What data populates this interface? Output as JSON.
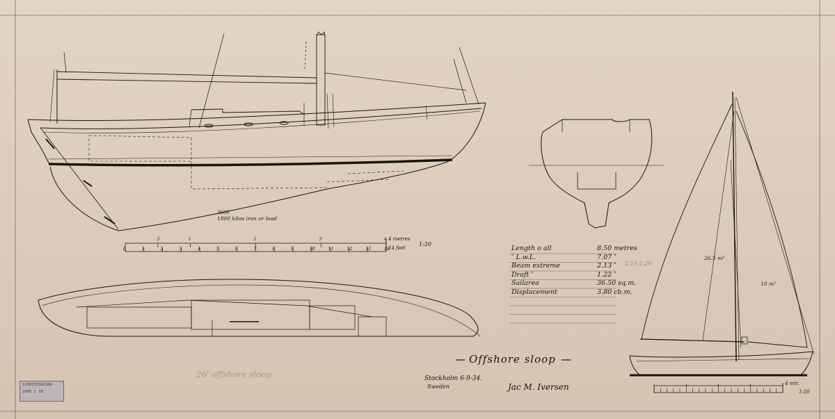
{
  "drawing": {
    "title": "Offshore sloop",
    "place_date": "Stockholm 6-9-34.",
    "country": "Sweden",
    "signature": "Jac M. Iversen",
    "faint_note": "26' offshore sloop",
    "keel_note_top": "3600",
    "keel_note": "1800 kilos iron or lead"
  },
  "scale_profile": {
    "meters_label": "4 metres",
    "feet_label": "14 feet",
    "ratio": "1:20",
    "meter_ticks": [
      ".5",
      "1",
      "2",
      "3",
      "4"
    ],
    "feet_ticks": [
      "0",
      "1",
      "2",
      "3",
      "4",
      "5",
      "6",
      "7",
      "8",
      "9",
      "10",
      "11",
      "12",
      "13",
      "14"
    ]
  },
  "scale_sail": {
    "meters_label": "4 mtr.",
    "ratio": "1:50"
  },
  "specs": [
    {
      "label": "Length o all",
      "value": "8.50 metres"
    },
    {
      "label": "″ L.w.L.",
      "value": "7.07 ″"
    },
    {
      "label": "Beam extreme",
      "value": "2.13 ″"
    },
    {
      "label": "Draft ″",
      "value": "1.22 ″"
    },
    {
      "label": "Sailarea",
      "value": "36.50 sq.m."
    },
    {
      "label": "Displacement",
      "value": "3.80 cb.m."
    }
  ],
  "pencil_note": "2.15-2.20",
  "sail_labels": {
    "main": "26.5 m²",
    "jib": "10 m²"
  },
  "stamp": {
    "line1": "SJOHISTORISKA",
    "line2": "1005 / 18"
  }
}
